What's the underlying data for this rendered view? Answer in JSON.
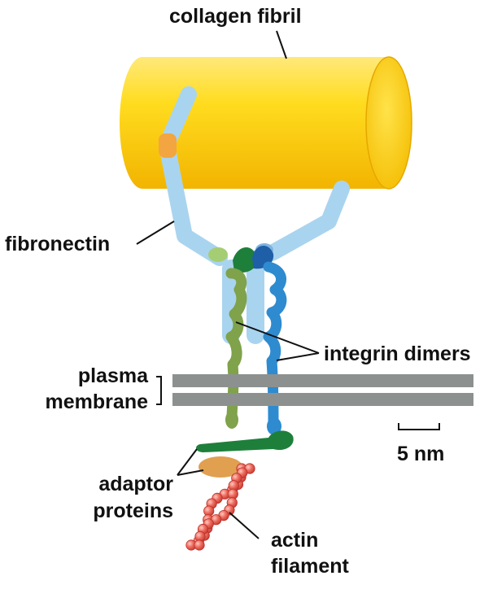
{
  "labels": {
    "collagen_fibril": "collagen fibril",
    "fibronectin": "fibronectin",
    "integrin_dimers": "integrin dimers",
    "plasma_line1": "plasma",
    "plasma_line2": "membrane",
    "scale_bar": "5 nm",
    "adaptor_line1": "adaptor",
    "adaptor_line2": "proteins",
    "actin_line1": "actin",
    "actin_line2": "filament"
  },
  "colors": {
    "collagen": "#FFD200",
    "fibronectin": "#A9D4EF",
    "integrin_green": "#7FA24A",
    "integrin_blue": "#2E8BD0",
    "membrane": "#8C918F",
    "adaptor_green": "#1E7F3B",
    "adaptor_orange": "#E0A050",
    "actin": "#E8584E"
  }
}
